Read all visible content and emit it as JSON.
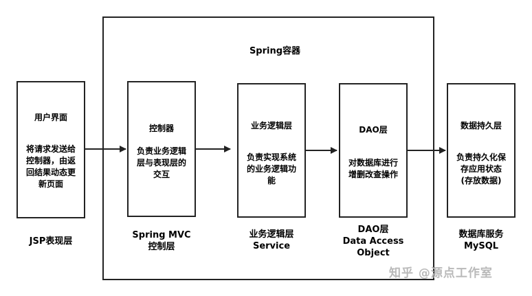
{
  "container": {
    "title": "Spring容器"
  },
  "boxes": [
    {
      "key": "ui",
      "title": "用户界面",
      "desc": "将请求发送给\n控制器，由返\n回结果动态更\n新页面",
      "caption": "JSP表现层"
    },
    {
      "key": "controller",
      "title": "控制器",
      "desc": "负责业务逻辑\n层与表现层的\n交互",
      "caption": "Spring MVC\n控制层"
    },
    {
      "key": "service",
      "title": "业务逻辑层",
      "desc": "负责实现系统\n的业务逻辑功\n能",
      "caption": "业务逻辑层\nService"
    },
    {
      "key": "dao",
      "title": "DAO层",
      "desc": "对数据库进行\n增删改查操作",
      "caption": "DAO层\nData Access\nObject"
    },
    {
      "key": "persistence",
      "title": "数据持久层",
      "desc": "负责持久化保\n存应用状态\n(存放数据)",
      "caption": "数据库服务\nMySQL"
    }
  ],
  "watermark": "知乎 @源点工作室"
}
